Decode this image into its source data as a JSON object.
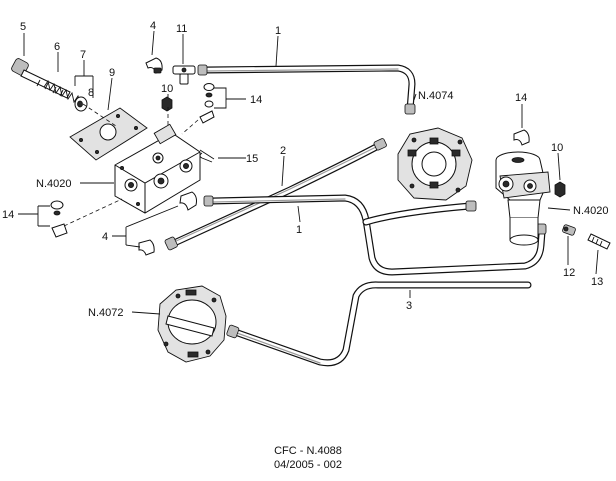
{
  "callouts": {
    "c1a": "1",
    "c1b": "1",
    "c2": "2",
    "c3": "3",
    "c4a": "4",
    "c4b": "4",
    "c5": "5",
    "c6": "6",
    "c7": "7",
    "c8": "8",
    "c9": "9",
    "c10a": "10",
    "c10b": "10",
    "c11": "11",
    "c12": "12",
    "c13": "13",
    "c14a": "14",
    "c14b": "14",
    "c14c": "14",
    "c15": "15"
  },
  "references": {
    "n4074": "N.4074",
    "n4020_left": "N.4020",
    "n4020_right": "N.4020",
    "n4072": "N.4072"
  },
  "footer": {
    "code": "CFC - N.4088",
    "date": "04/2005 - 002"
  }
}
